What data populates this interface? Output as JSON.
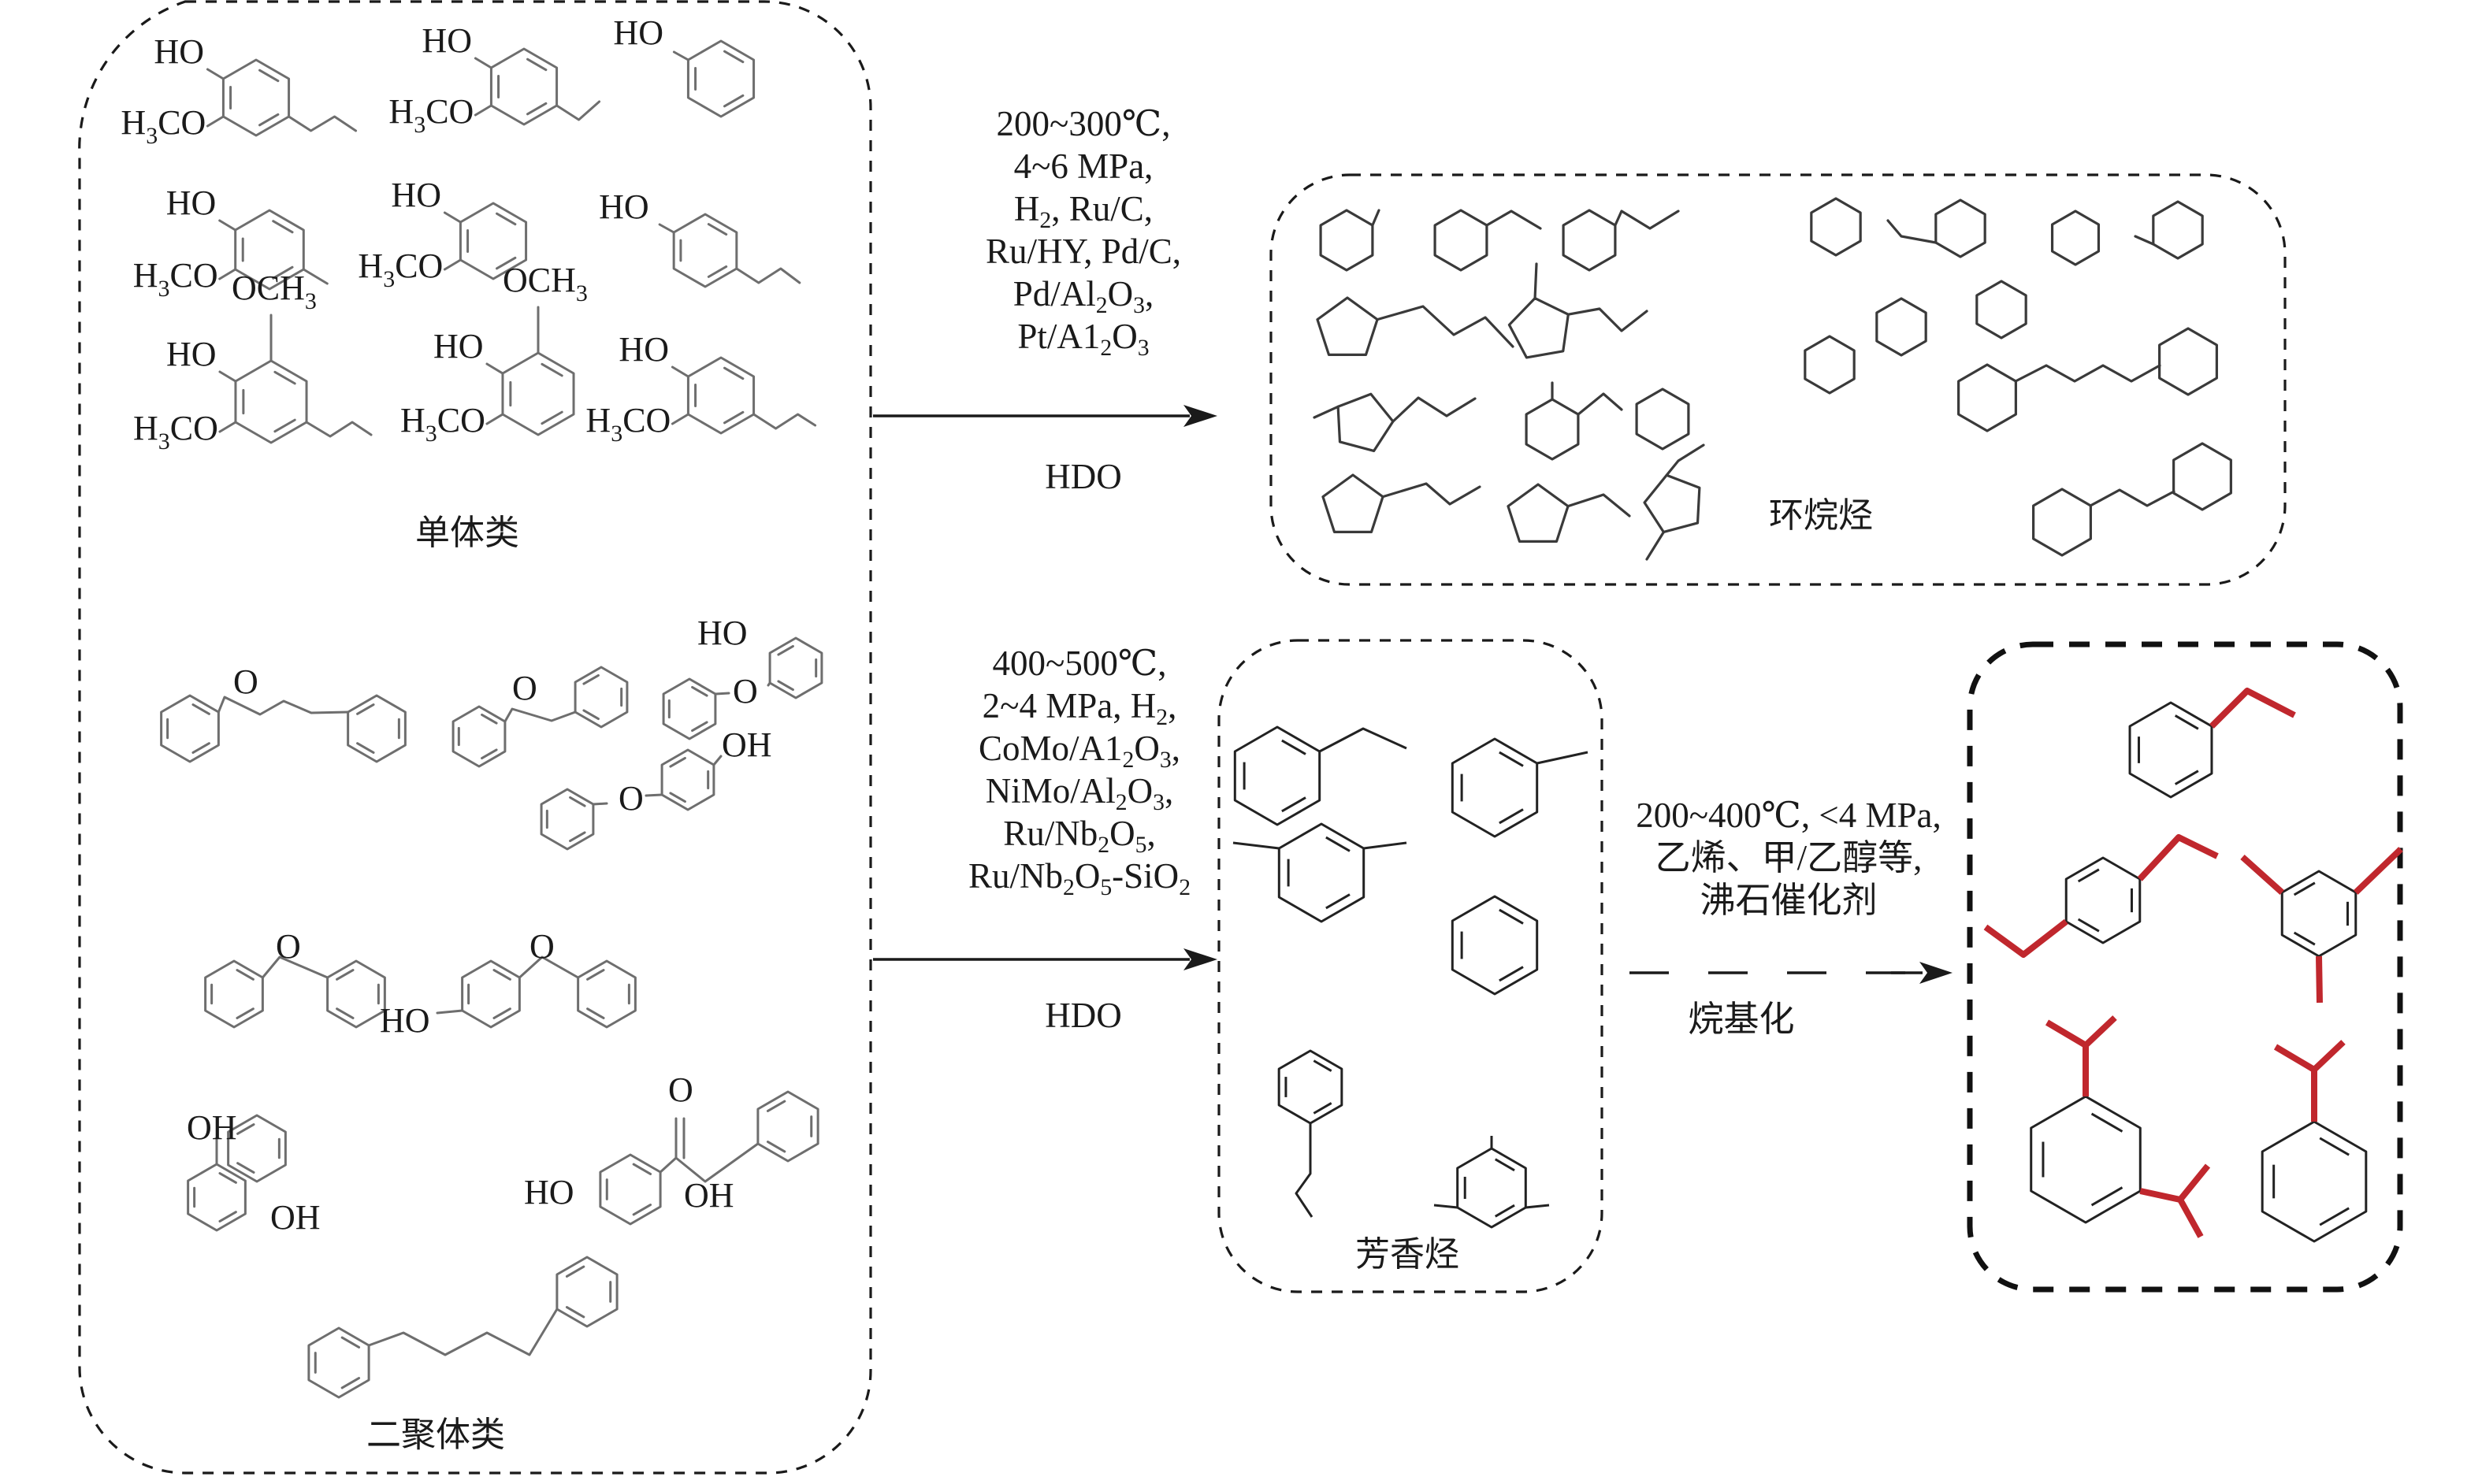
{
  "diagram": {
    "type": "reaction-scheme",
    "topic": "lignin-derived compounds hydrodeoxygenation and alkylation"
  },
  "groups": {
    "monomers": {
      "label": "单体类",
      "molecules": [
        "4-propylguaiacol",
        "4-ethylguaiacol",
        "phenol",
        "4-methylguaiacol",
        "guaiacol",
        "4-propylphenol",
        "4-propylsyringol",
        "syringol",
        "eugenol"
      ]
    },
    "dimers": {
      "label": "二聚体类",
      "molecules": [
        "2-phenylethyl phenyl ether",
        "benzyl phenyl ether",
        "2-(benzyloxy)phenol",
        "4-(benzyloxy)phenol",
        "diphenyl ether",
        "4-phenoxyphenol",
        "2,2'-biphenol",
        "2',4'-dihydroxy-2-phenylacetophenone",
        "1,4-diphenylbutane"
      ]
    },
    "cycloalkanes": {
      "label": "环烷烃",
      "molecules": [
        "methylcyclohexane",
        "ethylcyclohexane",
        "propylcyclohexane",
        "butylcyclopentane",
        "1-methyl-2-propylcyclopentane",
        "1-methyl-3-propylcyclopentane",
        "1-ethyl-2-methylcyclohexane",
        "cyclohexane",
        "propylcyclopentane",
        "ethylcyclopentane",
        "1-ethyl-3-methylcyclopentane",
        "cyclohexane",
        "ethylcyclohexane",
        "cyclohexane",
        "methylcyclohexane",
        "bicyclohexyl",
        "cyclohexane",
        "1,4-dicyclohexylbutane",
        "1,2-dicyclohexylethane"
      ]
    },
    "aromatics": {
      "label": "芳香烃",
      "molecules": [
        "ethylbenzene",
        "toluene",
        "m-xylene",
        "benzene",
        "propylbenzene",
        "mesitylene"
      ]
    },
    "alkylated": {
      "molecules": [
        "ethylbenzene",
        "p-diethylbenzene",
        "mesitylene",
        "m-diisopropylbenzene",
        "cumene"
      ],
      "highlight_color": "#c0272d"
    }
  },
  "reactions": {
    "hdo_cycloalkane": {
      "conditions": [
        [
          {
            "t": "200~300℃,"
          }
        ],
        [
          {
            "t": "4~6 MPa,"
          }
        ],
        [
          {
            "t": "H"
          },
          {
            "s": "2"
          },
          {
            "t": ", Ru/C,"
          }
        ],
        [
          {
            "t": "Ru/HY, Pd/C,"
          }
        ],
        [
          {
            "t": "Pd/Al"
          },
          {
            "s": "2"
          },
          {
            "t": "O"
          },
          {
            "s": "3"
          },
          {
            "t": ","
          }
        ],
        [
          {
            "t": "Pt/A1"
          },
          {
            "s": "2"
          },
          {
            "t": "O"
          },
          {
            "s": "3"
          }
        ]
      ],
      "label": "HDO"
    },
    "hdo_aromatic": {
      "conditions": [
        [
          {
            "t": "400~500℃,"
          }
        ],
        [
          {
            "t": "2~4 MPa, H"
          },
          {
            "s": "2"
          },
          {
            "t": ","
          }
        ],
        [
          {
            "t": "CoMo/A1"
          },
          {
            "s": "2"
          },
          {
            "t": "O"
          },
          {
            "s": "3"
          },
          {
            "t": ","
          }
        ],
        [
          {
            "t": "NiMo/Al"
          },
          {
            "s": "2"
          },
          {
            "t": "O"
          },
          {
            "s": "3"
          },
          {
            "t": ","
          }
        ],
        [
          {
            "t": "Ru/Nb"
          },
          {
            "s": "2"
          },
          {
            "t": "O"
          },
          {
            "s": "5"
          },
          {
            "t": ","
          }
        ],
        [
          {
            "t": "Ru/Nb"
          },
          {
            "s": "2"
          },
          {
            "t": "O"
          },
          {
            "s": "5"
          },
          {
            "t": "-SiO"
          },
          {
            "s": "2"
          }
        ]
      ],
      "label": "HDO"
    },
    "alkylation": {
      "conditions": [
        [
          {
            "t": "200~400℃, <4 MPa,"
          }
        ],
        [
          {
            "t": "乙烯、甲/乙醇等,"
          }
        ],
        [
          {
            "t": "沸石催化剂"
          }
        ]
      ],
      "label": "烷基化"
    }
  },
  "atom_labels": {
    "HO": "HO",
    "OH": "OH",
    "O": "O",
    "H3CO_H": "H",
    "H3CO_3": "3",
    "H3CO_CO": "CO",
    "OCH3_OCH": "OCH",
    "OCH3_3": "3"
  }
}
